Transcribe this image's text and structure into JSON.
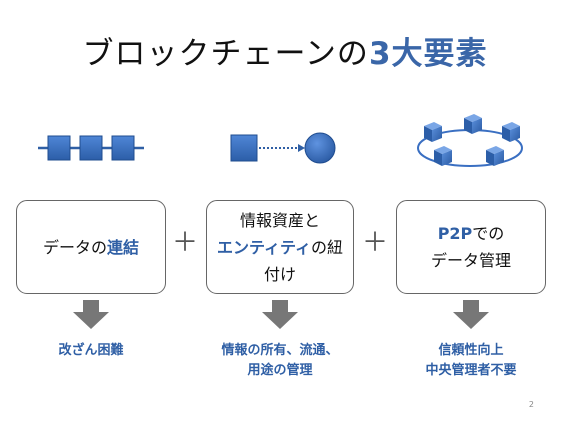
{
  "slide": {
    "title_prefix": "ブロックチェーンの",
    "title_highlight": "3大要素",
    "page_number": "2"
  },
  "columns": [
    {
      "box_line1_plain": "データの",
      "box_line1_highlight": "連結",
      "caption_line1": "改ざん困難",
      "caption_line2": "",
      "icon": "linked-blocks-icon"
    },
    {
      "box_line1": "情報資産と",
      "box_line2_highlight": "エンティティ",
      "box_line2_plain": "の紐",
      "box_line3": "付け",
      "caption_line1": "情報の所有、流通、",
      "caption_line2": "用途の管理",
      "icon": "square-to-circle-link-icon"
    },
    {
      "box_line1_highlight": "P2P",
      "box_line1_plain": "での",
      "box_line2": "データ管理",
      "caption_line1": "信頼性向上",
      "caption_line2": "中央管理者不要",
      "icon": "p2p-network-icon"
    }
  ],
  "operators": [
    "＋",
    "＋"
  ],
  "colors": {
    "accent_blue": "#2f5fa5",
    "shape_blue": "#3a6fc2",
    "shape_blue_dark": "#1f4c8f",
    "arrow_gray": "#777777",
    "box_border": "#666666"
  }
}
